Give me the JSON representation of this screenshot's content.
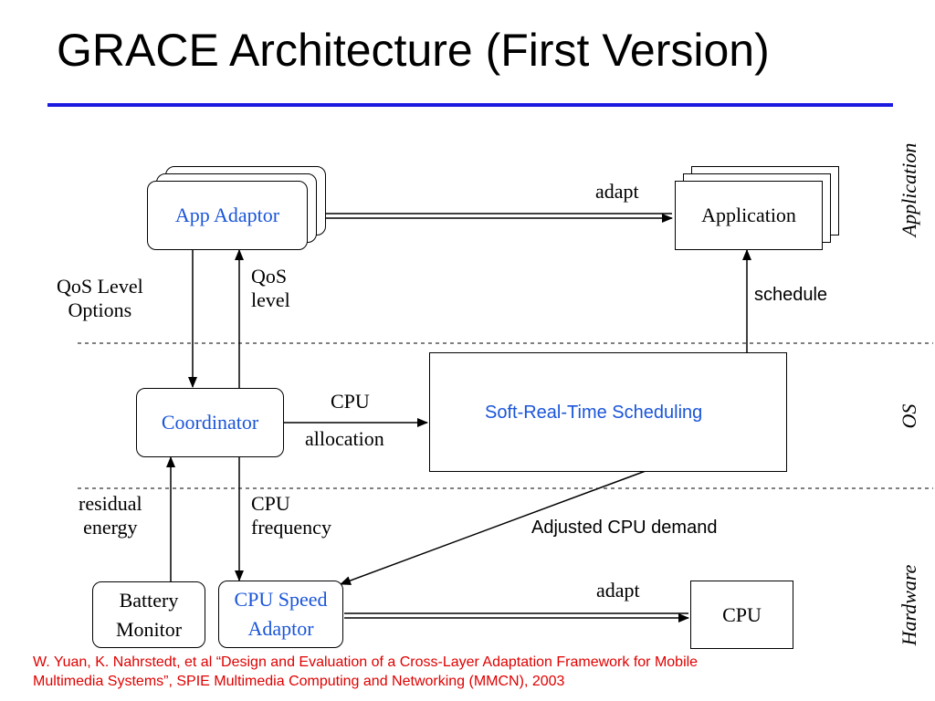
{
  "title": "GRACE Architecture (First Version)",
  "layers": {
    "application": "Application",
    "os": "OS",
    "hardware": "Hardware"
  },
  "boxes": {
    "app_adaptor": "App Adaptor",
    "application": "Application",
    "coordinator": "Coordinator",
    "scheduler": "Soft-Real-Time Scheduling",
    "battery_monitor_line1": "Battery",
    "battery_monitor_line2": "Monitor",
    "cpu_speed_adaptor_line1": "CPU Speed",
    "cpu_speed_adaptor_line2": "Adaptor",
    "cpu": "CPU"
  },
  "edges": {
    "adapt_app": "adapt",
    "qos_options_line1": "QoS Level",
    "qos_options_line2": "Options",
    "qos_level_line1": "QoS",
    "qos_level_line2": "level",
    "schedule": "schedule",
    "cpu_alloc_line1": "CPU",
    "cpu_alloc_line2": "allocation",
    "residual_line1": "residual",
    "residual_line2": "energy",
    "cpu_freq_line1": "CPU",
    "cpu_freq_line2": "frequency",
    "adjusted_demand": "Adjusted CPU demand",
    "adapt_cpu": "adapt"
  },
  "citation": {
    "line1": "W. Yuan, K. Nahrstedt, et al “Design and Evaluation of a Cross-Layer Adaptation Framework for Mobile",
    "line2": "Multimedia Systems”, SPIE Multimedia Computing and Networking (MMCN), 2003"
  },
  "colors": {
    "title_rule": "#1a1ae0",
    "component_text": "#1a55d9",
    "citation": "#e00000"
  }
}
